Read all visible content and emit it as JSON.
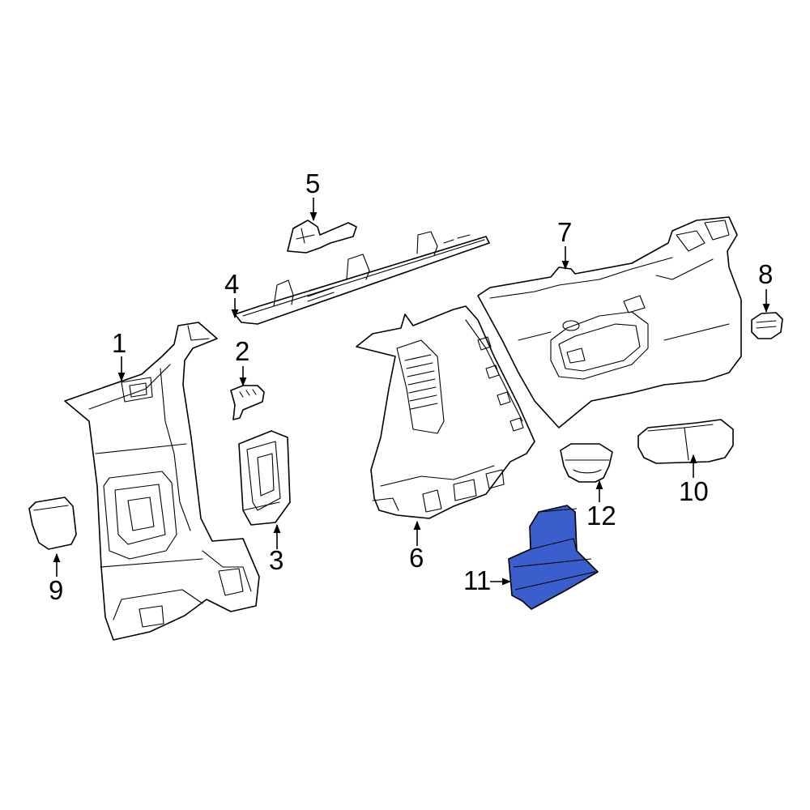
{
  "diagram": {
    "highlight_color": "#3a5fcd",
    "callouts": {
      "c1": "1",
      "c2": "2",
      "c3": "3",
      "c4": "4",
      "c5": "5",
      "c6": "6",
      "c7": "7",
      "c8": "8",
      "c9": "9",
      "c10": "10",
      "c11": "11",
      "c12": "12"
    }
  }
}
